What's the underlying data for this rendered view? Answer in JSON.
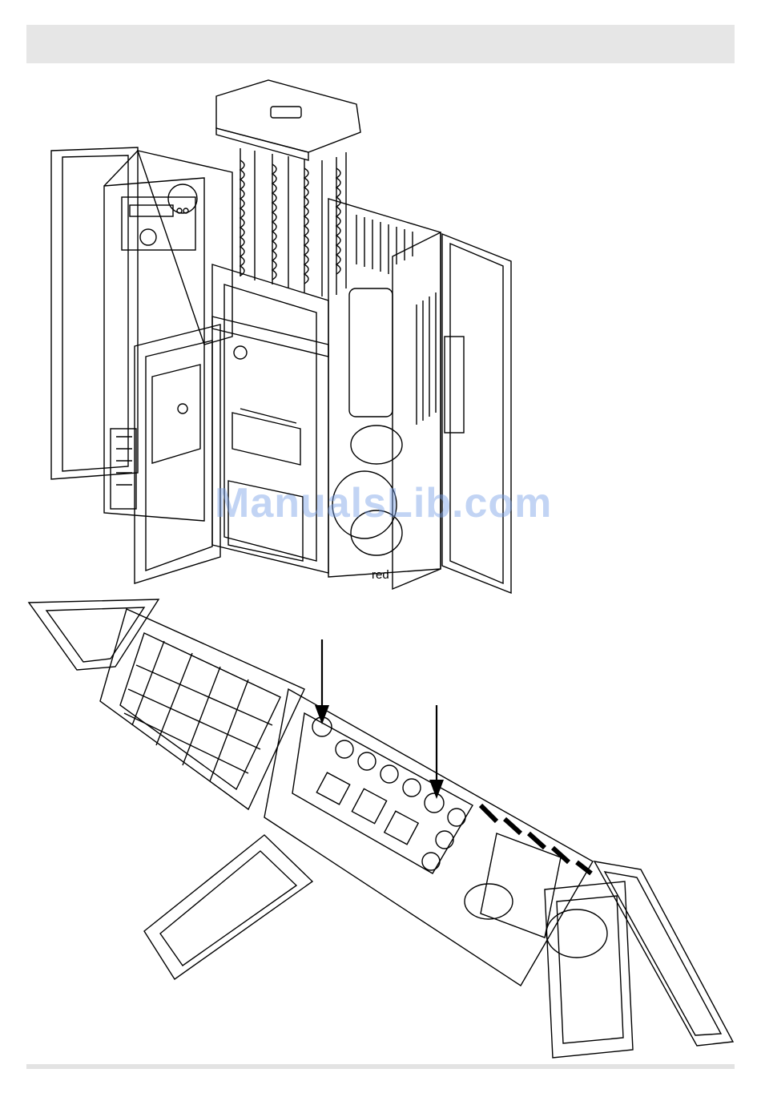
{
  "header": {
    "title": ""
  },
  "watermark": {
    "text": "ManualsLib.com"
  },
  "figure_top": {
    "brand": "red"
  },
  "figure_bottom": {
    "arrows": 2
  },
  "colors": {
    "line": "#000000",
    "page": "#ffffff",
    "header_bar": "#e6e6e6",
    "watermark": "#7aa0e6"
  },
  "footer": {
    "text": ""
  }
}
